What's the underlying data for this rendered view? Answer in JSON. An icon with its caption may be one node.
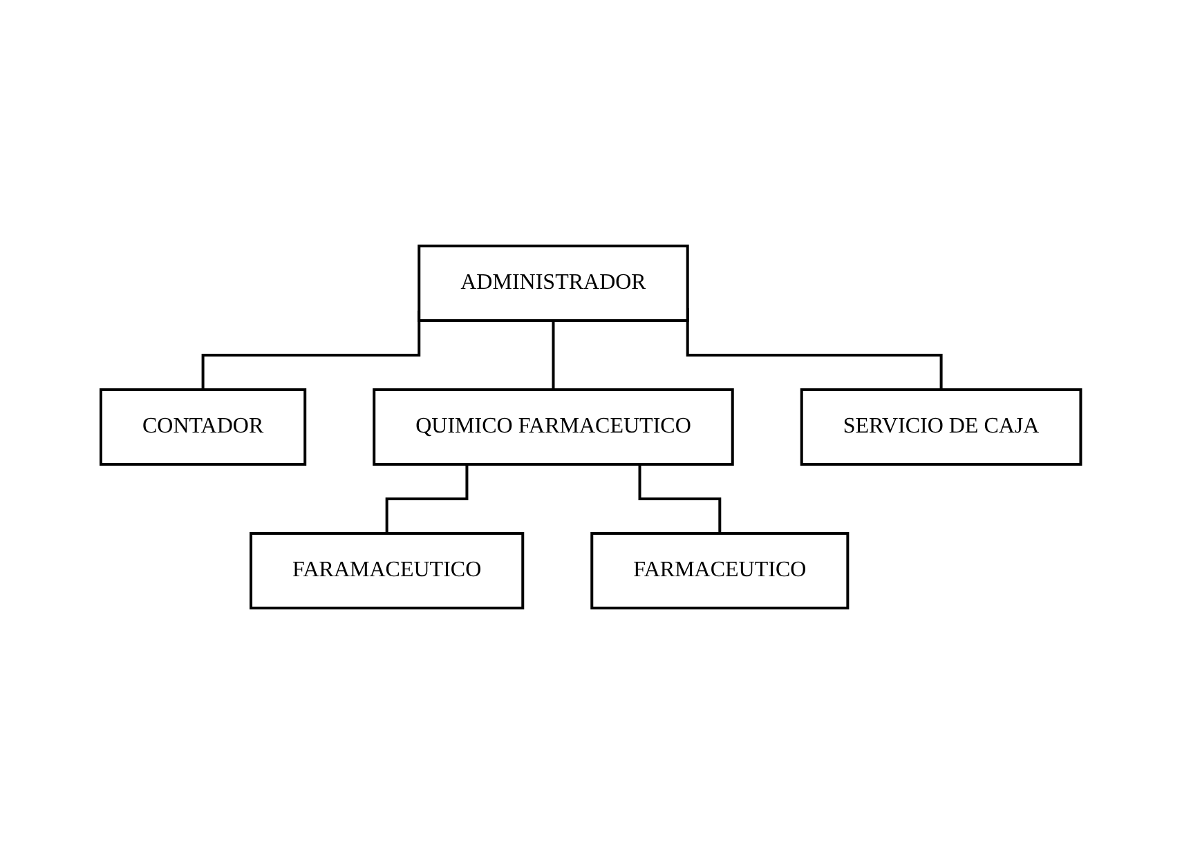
{
  "diagram": {
    "nodes": [
      {
        "text": [
          "ADMINISTRADOR"
        ]
      },
      {
        "text": [
          "CONTADOR"
        ]
      },
      {
        "text": [
          "QUIMICO FARMACEUTICO"
        ]
      },
      {
        "text": [
          "SERVICIO DE CAJA"
        ]
      },
      {
        "text": [
          "FARAMACEUTICO"
        ]
      },
      {
        "text": [
          "FARMACEUTICO"
        ]
      }
    ],
    "edges": [
      {
        "from": 0,
        "to": 1,
        "arrow": "none"
      },
      {
        "from": 0,
        "to": 2,
        "arrow": "none"
      },
      {
        "from": 0,
        "to": 3,
        "arrow": "none"
      },
      {
        "from": 2,
        "to": 4,
        "arrow": "none"
      },
      {
        "from": 2,
        "to": 5,
        "arrow": "none"
      }
    ]
  }
}
